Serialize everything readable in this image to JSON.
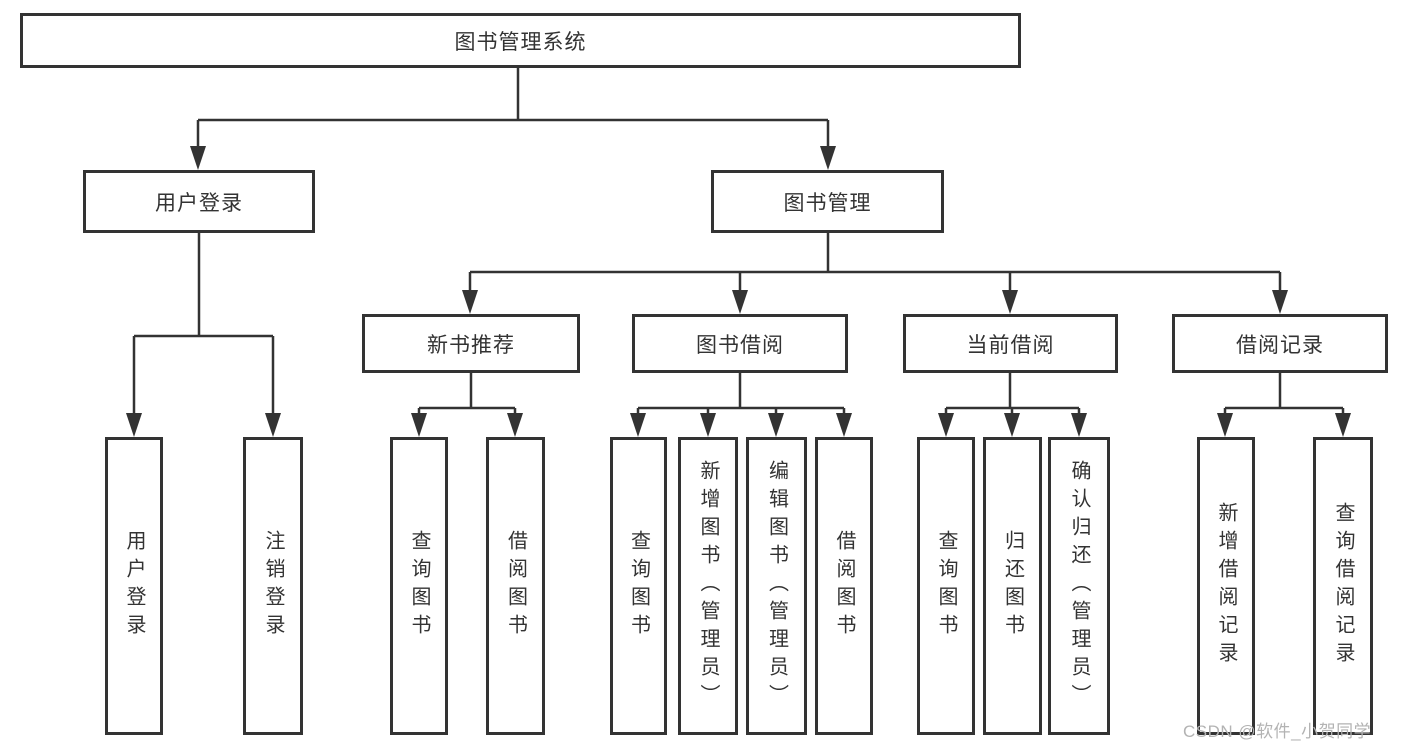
{
  "diagram": {
    "root": {
      "label": "图书管理系统"
    },
    "branches": [
      {
        "label": "用户登录",
        "children": [
          {
            "label": "用户登录"
          },
          {
            "label": "注销登录"
          }
        ]
      },
      {
        "label": "图书管理",
        "children": [
          {
            "label": "新书推荐",
            "children": [
              {
                "label": "查询图书"
              },
              {
                "label": "借阅图书"
              }
            ]
          },
          {
            "label": "图书借阅",
            "children": [
              {
                "label": "查询图书"
              },
              {
                "label": "新增图书（管理员）"
              },
              {
                "label": "编辑图书（管理员）"
              },
              {
                "label": "借阅图书"
              }
            ]
          },
          {
            "label": "当前借阅",
            "children": [
              {
                "label": "查询图书"
              },
              {
                "label": "归还图书"
              },
              {
                "label": "确认归还（管理员）"
              }
            ]
          },
          {
            "label": "借阅记录",
            "children": [
              {
                "label": "新增借阅记录"
              },
              {
                "label": "查询借阅记录"
              }
            ]
          }
        ]
      }
    ]
  },
  "watermark": {
    "text": "CSDN @软件_小贺同学"
  },
  "colors": {
    "line": "#333333",
    "box_border": "#333333",
    "text": "#333333",
    "watermark": "#b3b3b3",
    "background": "#ffffff"
  }
}
